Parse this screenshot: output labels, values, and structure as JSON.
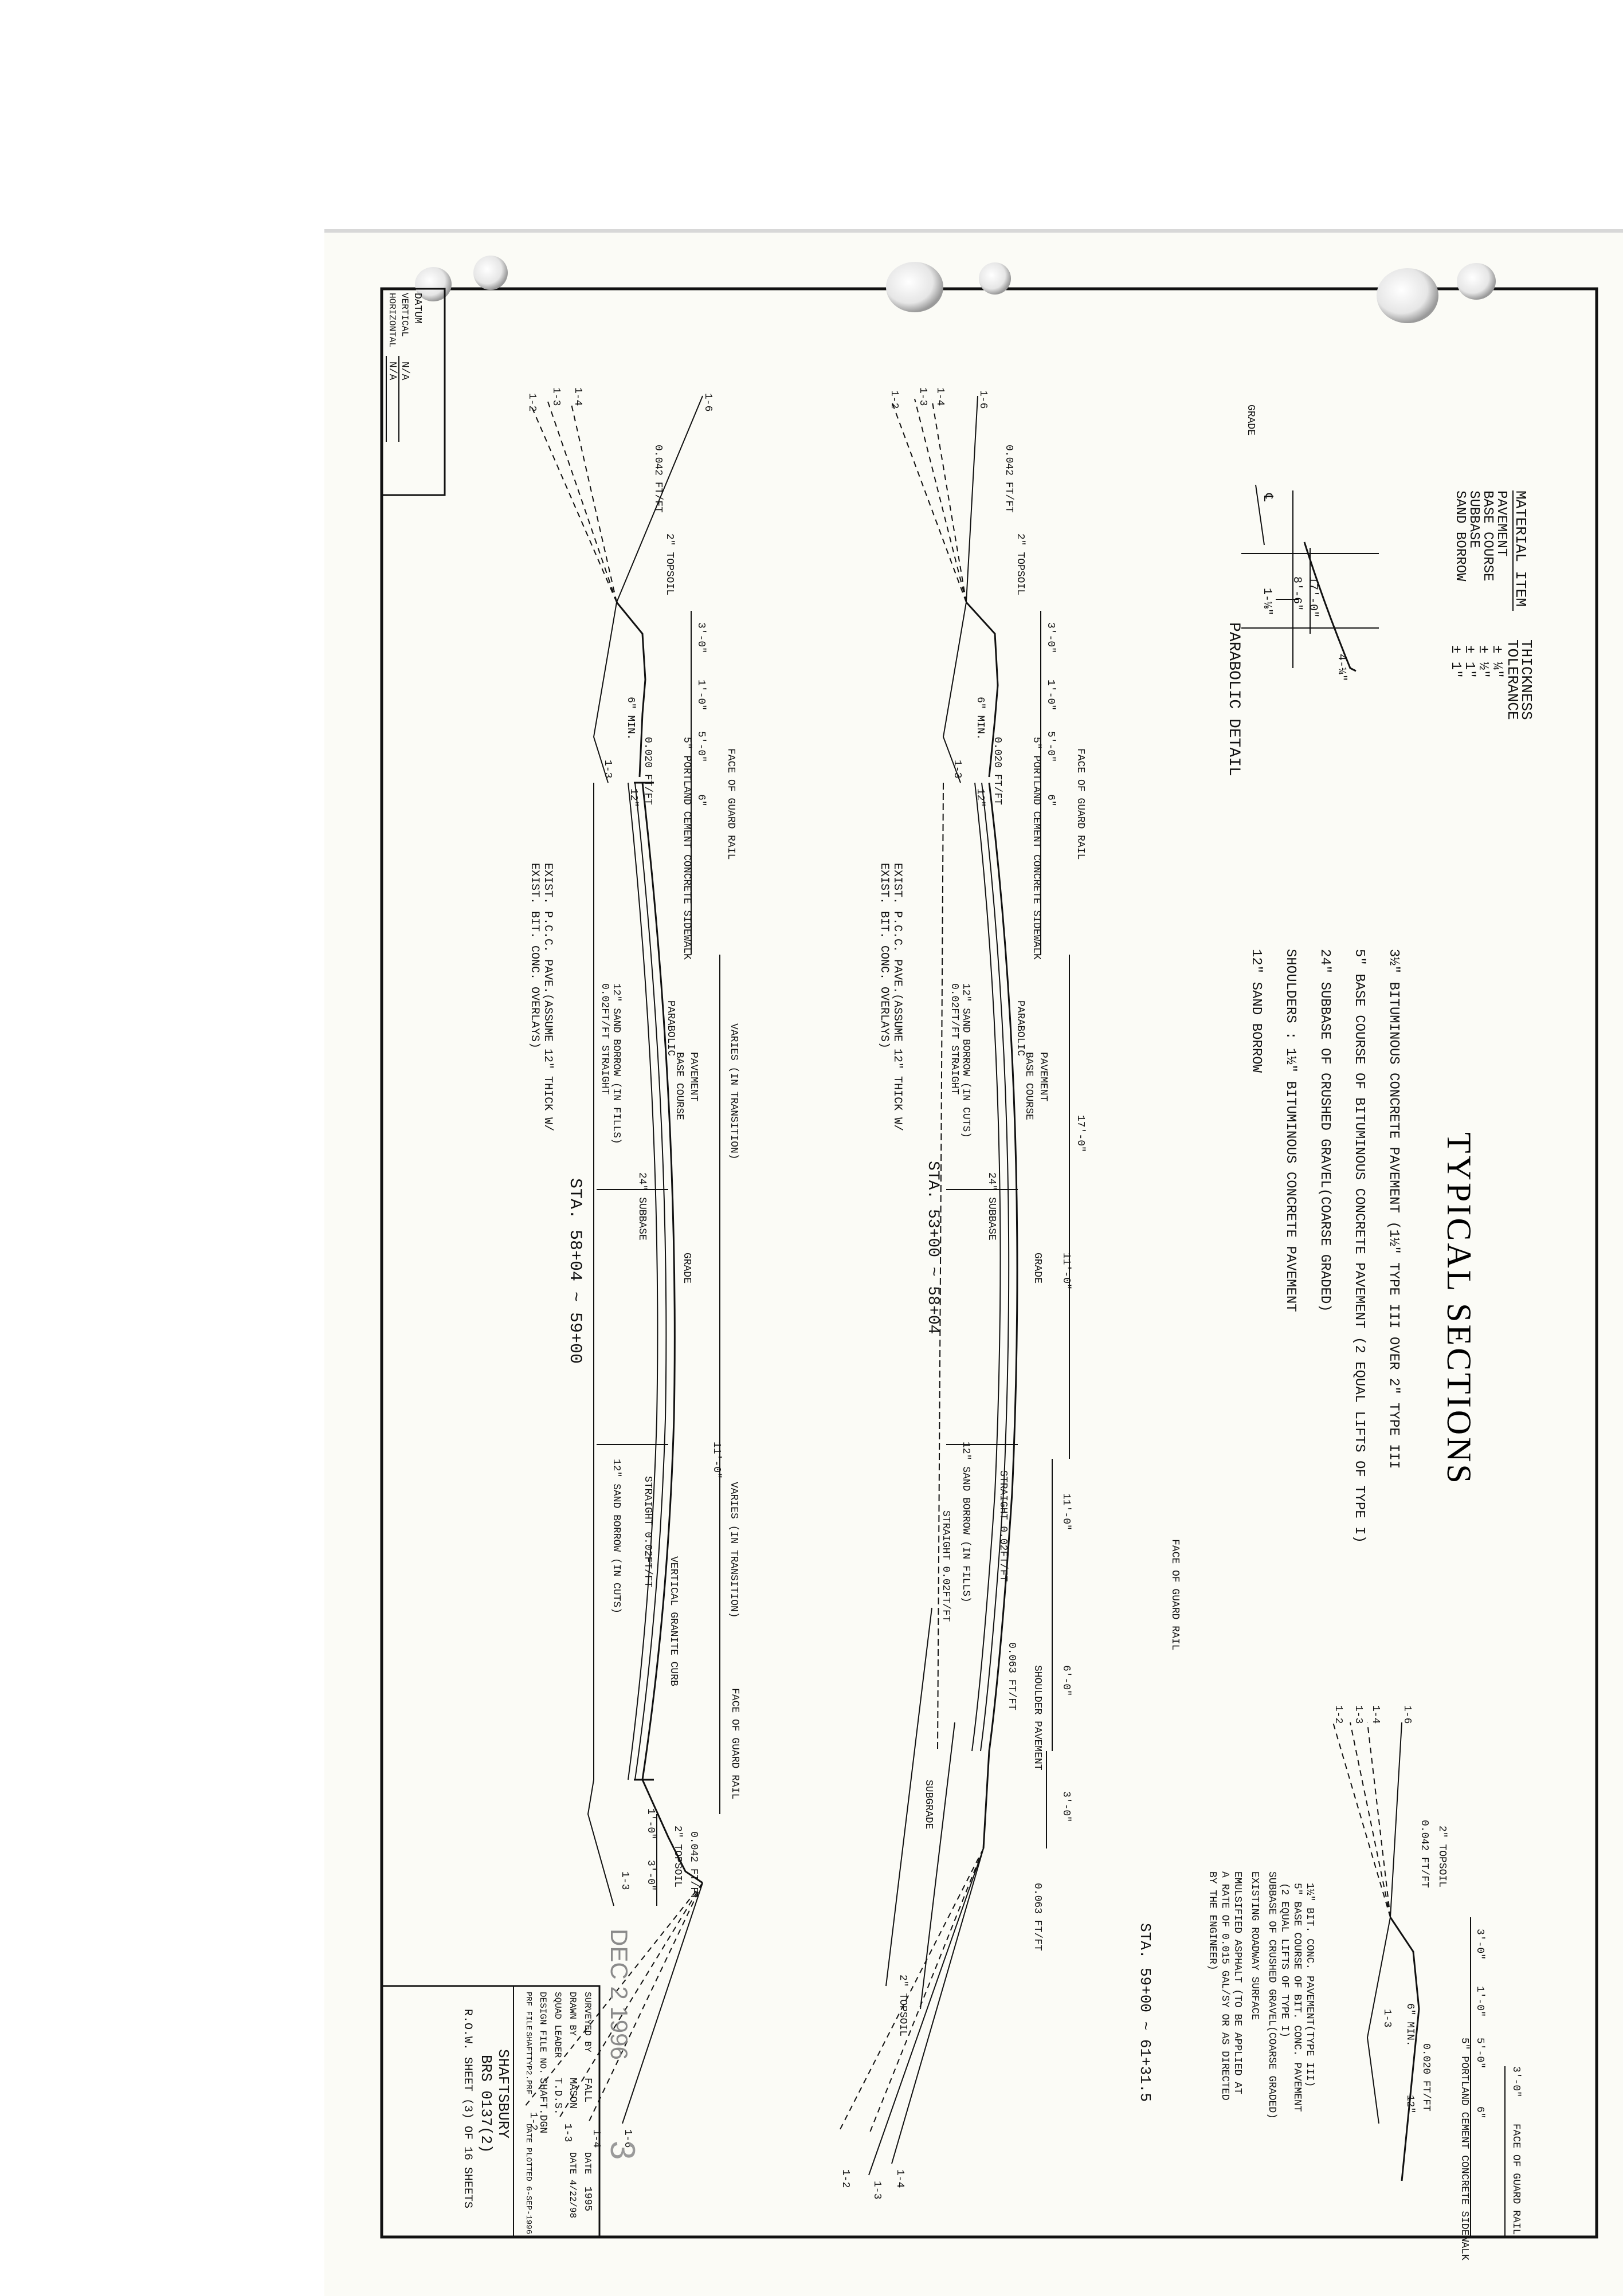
{
  "title": "TYPICAL SECTIONS",
  "spec_lines": [
    "3½\" BITUMINOUS CONCRETE PAVEMENT (1½\" TYPE III OVER 2\" TYPE III",
    "5\" BASE COURSE OF BITUMINOUS CONCRETE PAVEMENT (2 EQUAL LIFTS OF TYPE I)",
    "24\" SUBBASE OF CRUSHED GRAVEL(COARSE GRADED)",
    "SHOULDERS : 1½\" BITUMINOUS CONCRETE PAVEMENT",
    "12\" SAND BORROW"
  ],
  "tolerance_table": {
    "header_item": "MATERIAL ITEM",
    "header_thickness_1": "THICKNESS",
    "header_thickness_2": "TOLERANCE",
    "rows": [
      {
        "item": "PAVEMENT",
        "tol": "± ¼\""
      },
      {
        "item": "BASE COURSE",
        "tol": "± ½\""
      },
      {
        "item": "SUBBASE",
        "tol": "± 1\""
      },
      {
        "item": "SAND BORROW",
        "tol": "± 1\""
      }
    ]
  },
  "parabolic_detail": {
    "title": "PARABOLIC DETAIL",
    "grade": "GRADE",
    "cl": "℄",
    "dim_17": "17'-0\"",
    "dim_8": "8'-6\"",
    "dim_1": "1-⅛\"",
    "dim_4": "4-¼\""
  },
  "datum": {
    "label": "DATUM",
    "vertical_label": "VERTICAL",
    "vertical_value": "N/A",
    "horizontal_label": "HORIZONTAL",
    "horizontal_value": "N/A"
  },
  "common": {
    "face_guard_rail": "FACE OF GUARD RAIL",
    "topsoil": "2\" TOPSOIL",
    "slope_042": "0.042 FT/FT",
    "slope_020": "0.020 FT/FT",
    "sidewalk": "5\" PORTLAND CEMENT CONCRETE SIDEWALK",
    "min_6": "6\" MIN.",
    "d3": "3'-0\"",
    "d1": "1'-0\"",
    "d5": "5'-0\"",
    "d6in": "6\"",
    "d12in": "12\"",
    "d11": "11'-0\"",
    "d17": "17'-0\"",
    "d6ft": "6'-0\"",
    "pavement": "PAVEMENT",
    "base_course": "BASE COURSE",
    "parabolic": "PARABOLIC",
    "grade": "GRADE",
    "subbase": "24\" SUBBASE",
    "sand_fills": "12\" SAND BORROW (IN FILLS)",
    "sand_cuts": "12\" SAND BORROW (IN CUTS)",
    "straight_left": "0.02FT/FT STRAIGHT",
    "straight_right": "STRAIGHT 0.02FT/FT",
    "varies": "VARIES (IN TRANSITION)",
    "existing": "EXIST. P.C.C. PAVE.(ASSUME 12\" THICK W/",
    "existing2": "EXIST. BIT. CONC. OVERLAYS)",
    "slopes": [
      "1-6",
      "1-4",
      "1-3",
      "1-2"
    ],
    "slope_13": "1-3"
  },
  "section_a": {
    "station": "STA. 58+04 ~ 59+00",
    "curb": "VERTICAL GRANITE CURB"
  },
  "section_b": {
    "station": "STA. 53+00 ~ 58+04",
    "shoulder": "SHOULDER PAVEMENT",
    "slope_063": "0.063 FT/FT",
    "subgrade": "SUBGRADE",
    "straight_020": "STRAIGHT 0.02FT/FT"
  },
  "section_c": {
    "station": "STA. 59+00 ~ 61+31.5",
    "notes": [
      "1½\" BIT. CONC. PAVEMENT(TYPE III)",
      "5\" BASE COURSE OF BIT. CONC. PAVEMENT",
      "(2 EQUAL LIFTS OF TYPE I)",
      "SUBBASE OF CRUSHED GRAVEL(COARSE GRADED)",
      "EXISTING ROADWAY SURFACE",
      "EMULSIFIED ASPHALT (TO BE APPLIED AT",
      "A RATE OF 0.015 GAL/SY OR AS DIRECTED",
      "BY THE ENGINEER)"
    ]
  },
  "title_block": {
    "surveyed_by_label": "SURVEYED BY",
    "surveyed_by": "FALL",
    "date_label": "DATE",
    "surveyed_date": "1995",
    "drawn_by_label": "DRAWN BY",
    "drawn_by": "MASON",
    "drawn_date": "DATE 4/22/98",
    "squad_leader_label": "SQUAD LEADER",
    "squad_leader": "T.D.S.",
    "design_file_label": "DESIGN FILE NO.",
    "design_file": "SHAFT.DGN",
    "prf_file_label": "PRF FILE",
    "prf_file": "SHAFTTYP2.PRF",
    "plotted": "DATE PLOTTED 6-SEP-1996",
    "project": "SHAFTSBURY",
    "project_no": "BRS 0137(2)",
    "sheet": "R.O.W. SHEET (3) OF 16 SHEETS"
  },
  "stamp_date": "DEC 2 1996",
  "stamp_number": "3"
}
